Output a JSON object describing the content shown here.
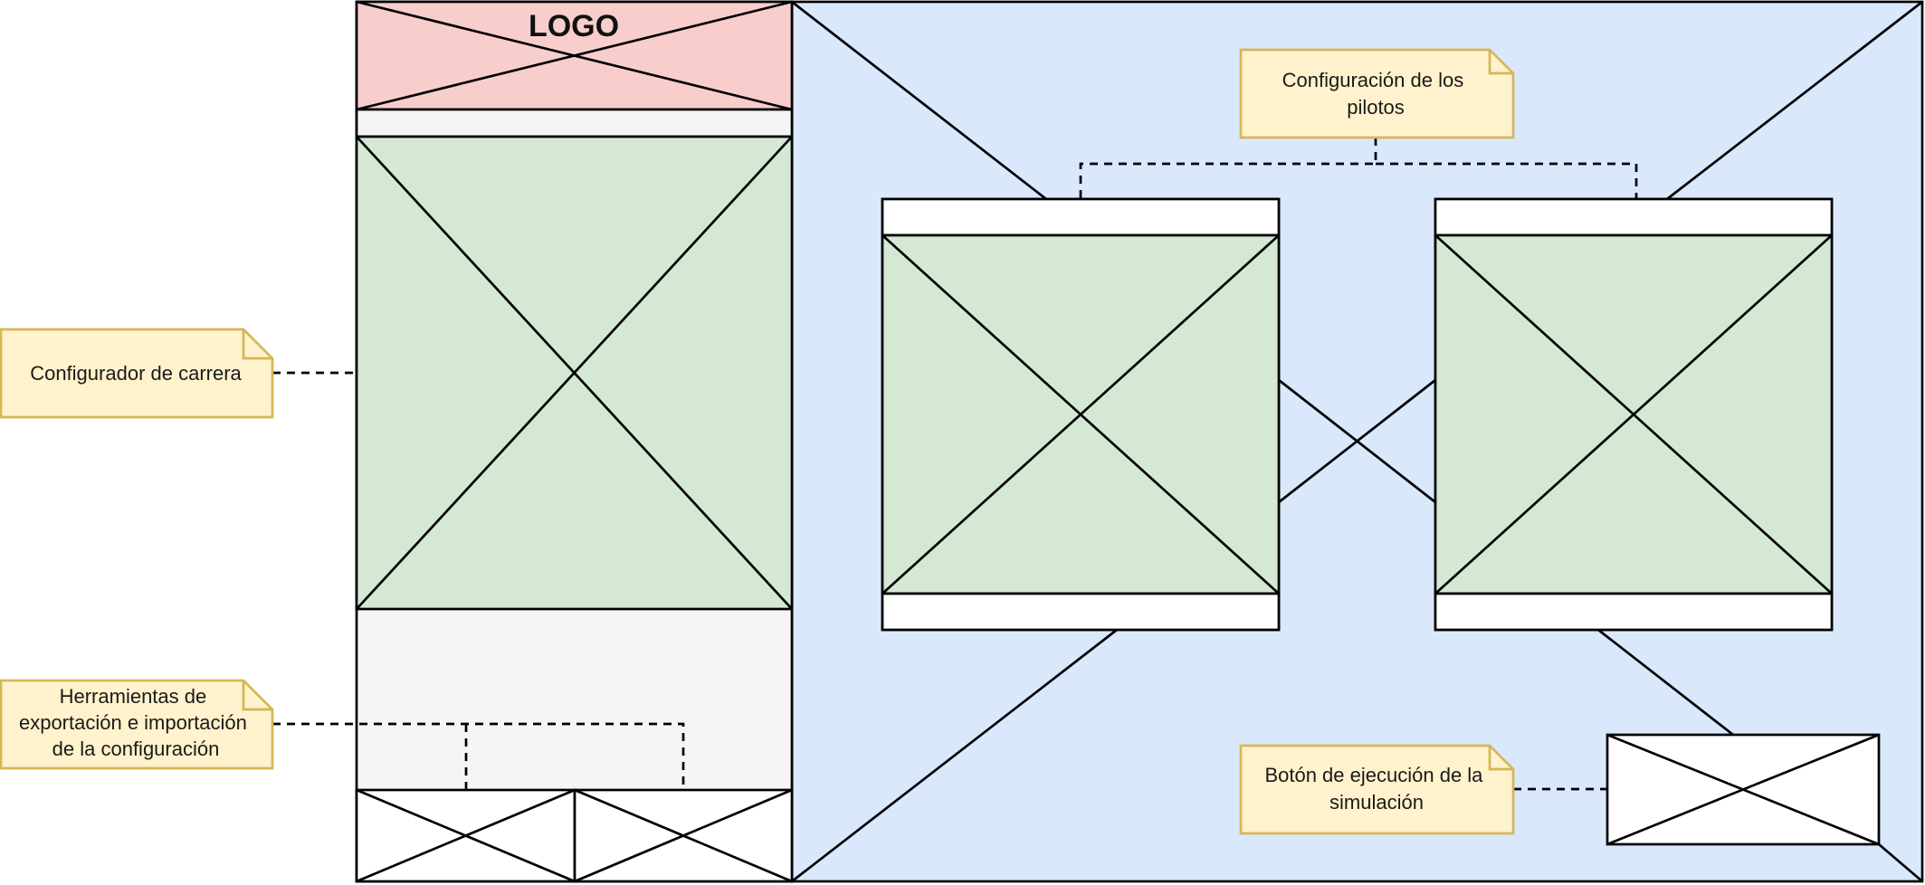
{
  "colors": {
    "logo_fill": "#f8cecc",
    "sidebar_fill": "#f5f5f5",
    "content_fill": "#d5e8d4",
    "main_fill": "#dae8fc",
    "note_fill": "#fff2cc",
    "note_stroke": "#d6b656",
    "line": "#000000"
  },
  "logo": {
    "label": "LOGO"
  },
  "notes": {
    "race_config": [
      "Configurador de carrera"
    ],
    "io_tools": [
      "Herramientas de",
      "exportación e importación",
      "de la configuración"
    ],
    "drivers_config": [
      "Configuración de los",
      "pilotos"
    ],
    "run_button": [
      "Botón de ejecución de la",
      "simulación"
    ]
  },
  "icons": {
    "placeholder": "cross-placeholder-icon",
    "note": "folded-corner-note-icon"
  }
}
